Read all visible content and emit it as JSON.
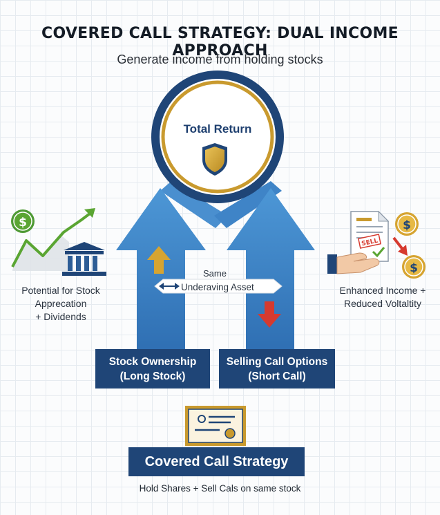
{
  "header": {
    "title": "COVERED CALL STRATEGY: DUAL INCOME APPROACH",
    "subtitle": "Generate income from holding stocks"
  },
  "center": {
    "label": "Total Return",
    "icon": "shield-icon"
  },
  "left_panel": {
    "line1": "Potential for Stock",
    "line2": "Apprecation",
    "line3": "+ Dividends",
    "icons": [
      "dollar-coin-icon",
      "rising-chart-icon",
      "bank-building-icon"
    ]
  },
  "right_panel": {
    "line1": "Enhanced Income +",
    "line2": "Reduced Voltaltity",
    "badge": "SELL",
    "icons": [
      "document-icon",
      "hand-icon",
      "dollar-coin-icon",
      "down-arrow-icon"
    ]
  },
  "middle": {
    "same": "Same",
    "asset": "Underaving Asset",
    "icons": [
      "up-arrow-icon",
      "double-arrow-icon",
      "down-arrow-icon"
    ]
  },
  "boxes": {
    "left_line1": "Stock Ownership",
    "left_line2": "(Long Stock)",
    "right_line1": "Selling Call Options",
    "right_line2": "(Short Call)"
  },
  "footer": {
    "strategy": "Covered Call Strategy",
    "caption": "Hold Shares + Sell Cals on same stock",
    "icon": "certificate-icon"
  },
  "colors": {
    "navy": "#1f4577",
    "arrow_blue": "#3e86c9",
    "gold": "#c99a2e",
    "green": "#5aa532",
    "red": "#d63a2f"
  }
}
